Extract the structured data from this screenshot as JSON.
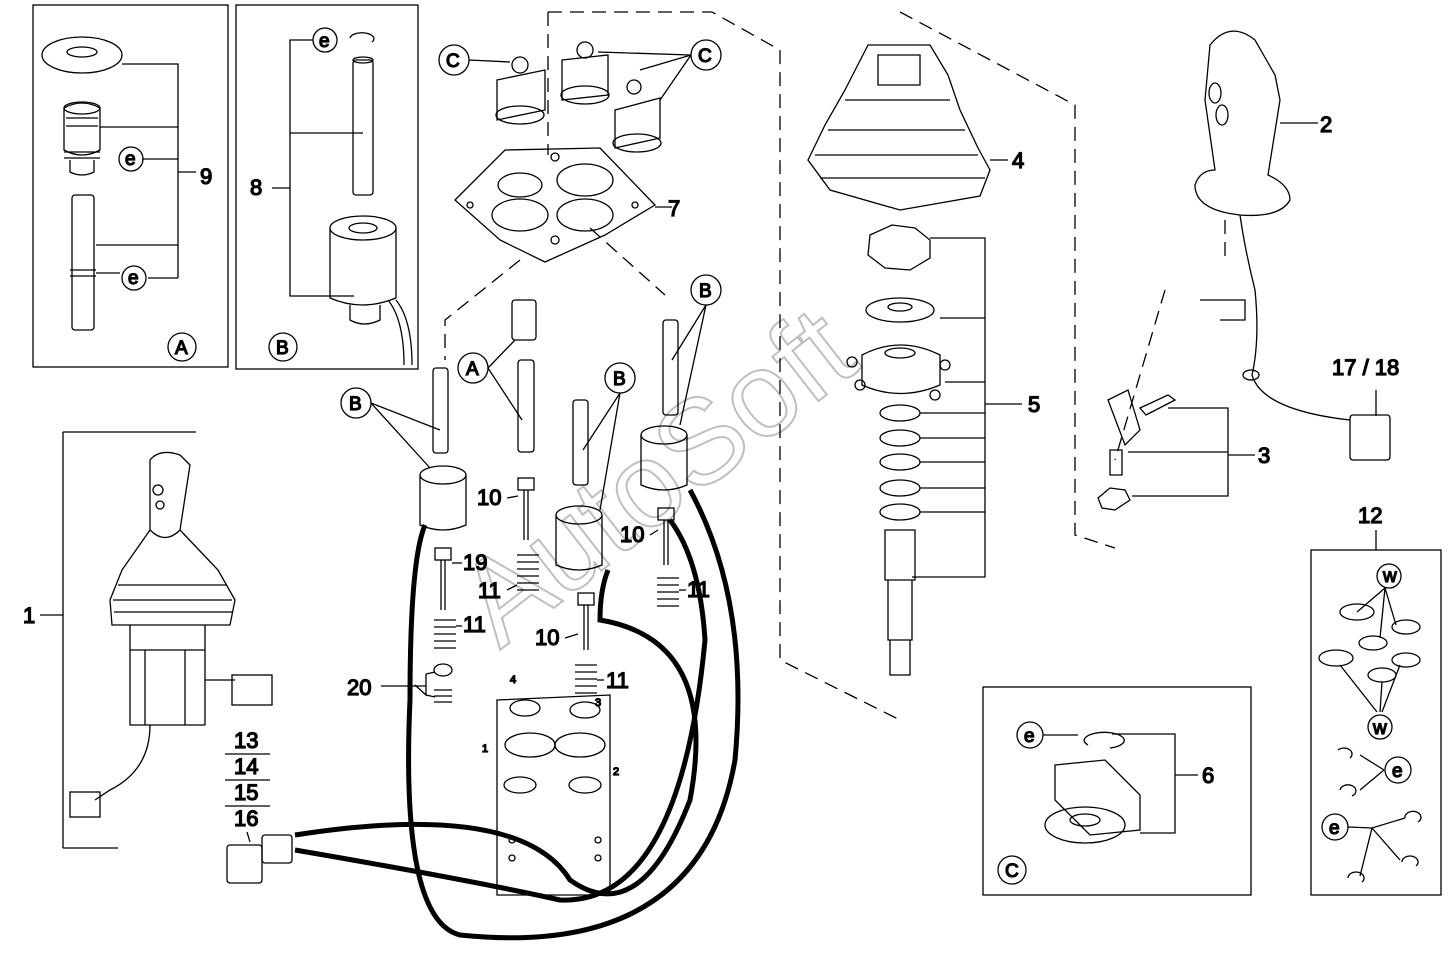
{
  "watermark": "AutoSoft",
  "callouts": {
    "c1": "1",
    "c2": "2",
    "c3": "3",
    "c4": "4",
    "c5": "5",
    "c6": "6",
    "c7": "7",
    "c8": "8",
    "c9": "9",
    "c10a": "10",
    "c10b": "10",
    "c10c": "10",
    "c11a": "11",
    "c11b": "11",
    "c11c": "11",
    "c11d": "11",
    "c12": "12",
    "c13": "13",
    "c14": "14",
    "c15": "15",
    "c16": "16",
    "c1718": "17 / 18",
    "c19": "19",
    "c20": "20"
  },
  "circle_labels": {
    "A": "A",
    "B": "B",
    "C": "C",
    "e": "e",
    "w": "w"
  },
  "port_numbers": {
    "p1": "1",
    "p2": "2",
    "p3": "3",
    "p4": "4"
  }
}
